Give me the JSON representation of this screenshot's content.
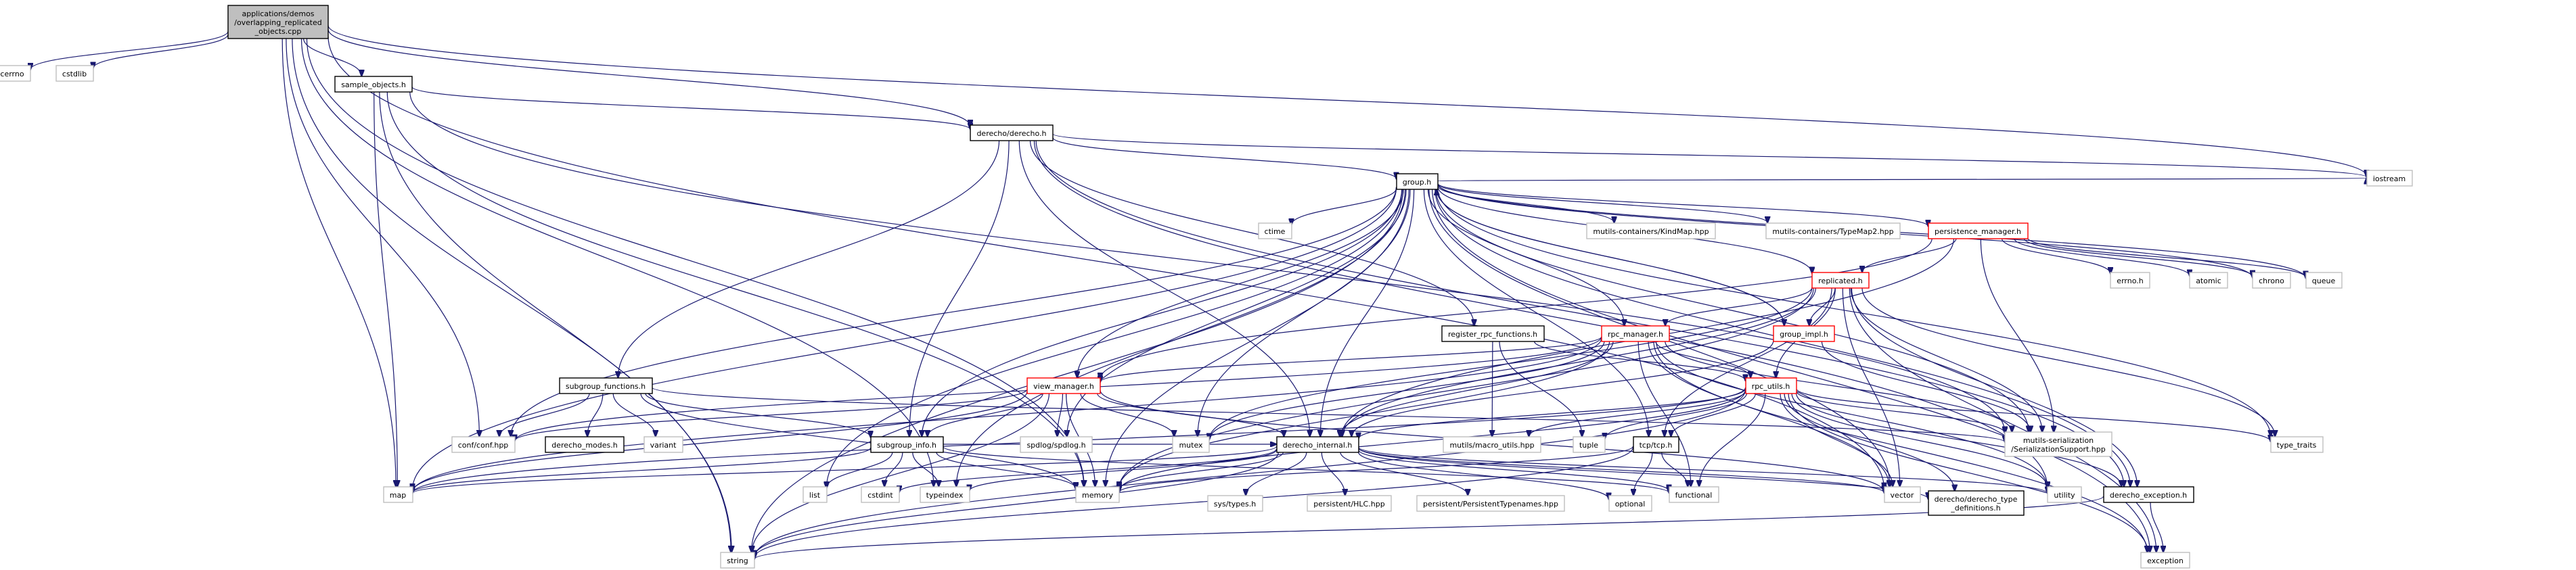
{
  "nodes": [
    {
      "id": "root",
      "label": "applications/demos\n/overlapping_replicated\n_objects.cpp",
      "kind": "root"
    },
    {
      "id": "cerrno",
      "label": "cerrno",
      "kind": "std"
    },
    {
      "id": "cstdlib",
      "label": "cstdlib",
      "kind": "std"
    },
    {
      "id": "sample_objects",
      "label": "sample_objects.h",
      "kind": "hdr"
    },
    {
      "id": "derecho_h",
      "label": "derecho/derecho.h",
      "kind": "hdr"
    },
    {
      "id": "iostream",
      "label": "iostream",
      "kind": "std"
    },
    {
      "id": "group_h",
      "label": "group.h",
      "kind": "hdr"
    },
    {
      "id": "ctime",
      "label": "ctime",
      "kind": "std"
    },
    {
      "id": "kindmap",
      "label": "mutils-containers/KindMap.hpp",
      "kind": "std"
    },
    {
      "id": "typemap2",
      "label": "mutils-containers/TypeMap2.hpp",
      "kind": "std"
    },
    {
      "id": "persistence_manager",
      "label": "persistence_manager.h",
      "kind": "red"
    },
    {
      "id": "errno_h",
      "label": "errno.h",
      "kind": "std"
    },
    {
      "id": "atomic",
      "label": "atomic",
      "kind": "std"
    },
    {
      "id": "chrono",
      "label": "chrono",
      "kind": "std"
    },
    {
      "id": "queue",
      "label": "queue",
      "kind": "std"
    },
    {
      "id": "replicated_h",
      "label": "replicated.h",
      "kind": "red"
    },
    {
      "id": "register_rpc",
      "label": "register_rpc_functions.h",
      "kind": "hdr"
    },
    {
      "id": "rpc_manager",
      "label": "rpc_manager.h",
      "kind": "red"
    },
    {
      "id": "group_impl",
      "label": "group_impl.h",
      "kind": "red"
    },
    {
      "id": "subgroup_functions",
      "label": "subgroup_functions.h",
      "kind": "hdr"
    },
    {
      "id": "view_manager",
      "label": "view_manager.h",
      "kind": "red"
    },
    {
      "id": "rpc_utils",
      "label": "rpc_utils.h",
      "kind": "red"
    },
    {
      "id": "conf_hpp",
      "label": "conf/conf.hpp",
      "kind": "std"
    },
    {
      "id": "derecho_modes",
      "label": "derecho_modes.h",
      "kind": "hdr"
    },
    {
      "id": "variant",
      "label": "variant",
      "kind": "std"
    },
    {
      "id": "subgroup_info",
      "label": "subgroup_info.h",
      "kind": "hdr"
    },
    {
      "id": "spdlog",
      "label": "spdlog/spdlog.h",
      "kind": "std"
    },
    {
      "id": "mutex",
      "label": "mutex",
      "kind": "std"
    },
    {
      "id": "derecho_internal",
      "label": "derecho_internal.h",
      "kind": "hdr"
    },
    {
      "id": "macro_utils",
      "label": "mutils/macro_utils.hpp",
      "kind": "std"
    },
    {
      "id": "tuple",
      "label": "tuple",
      "kind": "std"
    },
    {
      "id": "tcp_h",
      "label": "tcp/tcp.h",
      "kind": "hdr"
    },
    {
      "id": "serialization",
      "label": "mutils-serialization\n/SerializationSupport.hpp",
      "kind": "std"
    },
    {
      "id": "type_traits",
      "label": "type_traits",
      "kind": "std"
    },
    {
      "id": "map",
      "label": "map",
      "kind": "std"
    },
    {
      "id": "list",
      "label": "list",
      "kind": "std"
    },
    {
      "id": "cstdint",
      "label": "cstdint",
      "kind": "std"
    },
    {
      "id": "typeindex",
      "label": "typeindex",
      "kind": "std"
    },
    {
      "id": "memory",
      "label": "memory",
      "kind": "std"
    },
    {
      "id": "sys_types",
      "label": "sys/types.h",
      "kind": "std"
    },
    {
      "id": "persistent_hlc",
      "label": "persistent/HLC.hpp",
      "kind": "std"
    },
    {
      "id": "persistent_typenames",
      "label": "persistent/PersistentTypenames.hpp",
      "kind": "std"
    },
    {
      "id": "optional",
      "label": "optional",
      "kind": "std"
    },
    {
      "id": "functional",
      "label": "functional",
      "kind": "std"
    },
    {
      "id": "vector",
      "label": "vector",
      "kind": "std"
    },
    {
      "id": "derecho_type_defs",
      "label": "derecho/derecho_type\n_definitions.h",
      "kind": "hdr"
    },
    {
      "id": "utility",
      "label": "utility",
      "kind": "std"
    },
    {
      "id": "derecho_exception",
      "label": "derecho_exception.h",
      "kind": "hdr"
    },
    {
      "id": "string",
      "label": "string",
      "kind": "std"
    },
    {
      "id": "exception",
      "label": "exception",
      "kind": "std"
    }
  ],
  "edges": [
    [
      "root",
      "cerrno"
    ],
    [
      "root",
      "cstdlib"
    ],
    [
      "root",
      "sample_objects"
    ],
    [
      "root",
      "derecho_h"
    ],
    [
      "root",
      "iostream"
    ],
    [
      "root",
      "map"
    ],
    [
      "root",
      "memory"
    ],
    [
      "root",
      "string"
    ],
    [
      "root",
      "typeindex"
    ],
    [
      "root",
      "conf_hpp"
    ],
    [
      "root",
      "vector"
    ],
    [
      "sample_objects",
      "derecho_h"
    ],
    [
      "sample_objects",
      "map"
    ],
    [
      "sample_objects",
      "memory"
    ],
    [
      "sample_objects",
      "string"
    ],
    [
      "sample_objects",
      "serialization"
    ],
    [
      "derecho_h",
      "group_h"
    ],
    [
      "derecho_h",
      "derecho_internal"
    ],
    [
      "derecho_h",
      "register_rpc"
    ],
    [
      "derecho_h",
      "subgroup_functions"
    ],
    [
      "derecho_h",
      "subgroup_info"
    ],
    [
      "derecho_h",
      "iostream"
    ],
    [
      "derecho_h",
      "derecho_exception"
    ],
    [
      "derecho_h",
      "utility"
    ],
    [
      "group_h",
      "ctime"
    ],
    [
      "group_h",
      "kindmap"
    ],
    [
      "group_h",
      "typemap2"
    ],
    [
      "group_h",
      "persistence_manager"
    ],
    [
      "group_h",
      "chrono"
    ],
    [
      "group_h",
      "queue"
    ],
    [
      "group_h",
      "iostream"
    ],
    [
      "group_h",
      "replicated_h"
    ],
    [
      "group_h",
      "rpc_manager"
    ],
    [
      "group_h",
      "group_impl"
    ],
    [
      "group_h",
      "view_manager"
    ],
    [
      "group_h",
      "derecho_internal"
    ],
    [
      "group_h",
      "subgroup_info"
    ],
    [
      "group_h",
      "tcp_h"
    ],
    [
      "group_h",
      "spdlog"
    ],
    [
      "group_h",
      "mutex"
    ],
    [
      "group_h",
      "serialization"
    ],
    [
      "group_h",
      "type_traits"
    ],
    [
      "group_h",
      "map"
    ],
    [
      "group_h",
      "list"
    ],
    [
      "group_h",
      "memory"
    ],
    [
      "group_h",
      "string"
    ],
    [
      "group_h",
      "vector"
    ],
    [
      "group_h",
      "derecho_exception"
    ],
    [
      "group_h",
      "exception"
    ],
    [
      "group_h",
      "typeindex"
    ],
    [
      "group_h",
      "conf_hpp"
    ],
    [
      "persistence_manager",
      "errno_h"
    ],
    [
      "persistence_manager",
      "atomic"
    ],
    [
      "persistence_manager",
      "chrono"
    ],
    [
      "persistence_manager",
      "queue"
    ],
    [
      "persistence_manager",
      "replicated_h"
    ],
    [
      "persistence_manager",
      "view_manager"
    ],
    [
      "persistence_manager",
      "derecho_internal"
    ],
    [
      "persistence_manager",
      "serialization"
    ],
    [
      "replicated_h",
      "rpc_manager"
    ],
    [
      "replicated_h",
      "group_impl"
    ],
    [
      "replicated_h",
      "derecho_internal"
    ],
    [
      "replicated_h",
      "rpc_utils"
    ],
    [
      "replicated_h",
      "tcp_h"
    ],
    [
      "replicated_h",
      "serialization"
    ],
    [
      "replicated_h",
      "type_traits"
    ],
    [
      "replicated_h",
      "memory"
    ],
    [
      "replicated_h",
      "mutex"
    ],
    [
      "replicated_h",
      "vector"
    ],
    [
      "replicated_h",
      "exception"
    ],
    [
      "replicated_h",
      "derecho_exception"
    ],
    [
      "register_rpc",
      "rpc_utils"
    ],
    [
      "register_rpc",
      "macro_utils"
    ],
    [
      "register_rpc",
      "tuple"
    ],
    [
      "rpc_manager",
      "view_manager"
    ],
    [
      "rpc_manager",
      "rpc_utils"
    ],
    [
      "rpc_manager",
      "derecho_internal"
    ],
    [
      "rpc_manager",
      "serialization"
    ],
    [
      "rpc_manager",
      "functional"
    ],
    [
      "rpc_manager",
      "map"
    ],
    [
      "rpc_manager",
      "memory"
    ],
    [
      "rpc_manager",
      "mutex"
    ],
    [
      "rpc_manager",
      "vector"
    ],
    [
      "rpc_manager",
      "utility"
    ],
    [
      "rpc_manager",
      "conf_hpp"
    ],
    [
      "rpc_manager",
      "exception"
    ],
    [
      "group_impl",
      "group_h"
    ],
    [
      "group_impl",
      "derecho_internal"
    ],
    [
      "group_impl",
      "serialization"
    ],
    [
      "subgroup_functions",
      "subgroup_info"
    ],
    [
      "subgroup_functions",
      "conf_hpp"
    ],
    [
      "subgroup_functions",
      "derecho_modes"
    ],
    [
      "subgroup_functions",
      "variant"
    ],
    [
      "subgroup_functions",
      "memory"
    ],
    [
      "subgroup_functions",
      "serialization"
    ],
    [
      "view_manager",
      "subgroup_info"
    ],
    [
      "view_manager",
      "derecho_internal"
    ],
    [
      "view_manager",
      "spdlog"
    ],
    [
      "view_manager",
      "mutex"
    ],
    [
      "view_manager",
      "conf_hpp"
    ],
    [
      "view_manager",
      "memory"
    ],
    [
      "view_manager",
      "map"
    ],
    [
      "view_manager",
      "string"
    ],
    [
      "view_manager",
      "vector"
    ],
    [
      "rpc_utils",
      "macro_utils"
    ],
    [
      "rpc_utils",
      "tuple"
    ],
    [
      "rpc_utils",
      "serialization"
    ],
    [
      "rpc_utils",
      "type_traits"
    ],
    [
      "rpc_utils",
      "derecho_internal"
    ],
    [
      "rpc_utils",
      "derecho_type_defs"
    ],
    [
      "rpc_utils",
      "derecho_exception"
    ],
    [
      "rpc_utils",
      "functional"
    ],
    [
      "rpc_utils",
      "memory"
    ],
    [
      "rpc_utils",
      "string"
    ],
    [
      "rpc_utils",
      "vector"
    ],
    [
      "rpc_utils",
      "utility"
    ],
    [
      "rpc_utils",
      "exception"
    ],
    [
      "rpc_utils",
      "tcp_h"
    ],
    [
      "rpc_utils",
      "map"
    ],
    [
      "subgroup_info",
      "derecho_internal"
    ],
    [
      "subgroup_info",
      "map"
    ],
    [
      "subgroup_info",
      "list"
    ],
    [
      "subgroup_info",
      "cstdint"
    ],
    [
      "subgroup_info",
      "typeindex"
    ],
    [
      "subgroup_info",
      "memory"
    ],
    [
      "subgroup_info",
      "functional"
    ],
    [
      "derecho_internal",
      "sys_types"
    ],
    [
      "derecho_internal",
      "persistent_hlc"
    ],
    [
      "derecho_internal",
      "persistent_typenames"
    ],
    [
      "derecho_internal",
      "optional"
    ],
    [
      "derecho_internal",
      "memory"
    ],
    [
      "derecho_internal",
      "string"
    ],
    [
      "derecho_internal",
      "map"
    ],
    [
      "derecho_internal",
      "cstdint"
    ],
    [
      "derecho_internal",
      "functional"
    ],
    [
      "derecho_internal",
      "utility"
    ],
    [
      "derecho_internal",
      "derecho_type_defs"
    ],
    [
      "derecho_internal",
      "vector"
    ],
    [
      "derecho_internal",
      "typeindex"
    ],
    [
      "tcp_h",
      "functional"
    ],
    [
      "tcp_h",
      "optional"
    ],
    [
      "tcp_h",
      "string"
    ],
    [
      "tcp_h",
      "memory"
    ],
    [
      "derecho_exception",
      "exception"
    ],
    [
      "derecho_exception",
      "string"
    ]
  ]
}
